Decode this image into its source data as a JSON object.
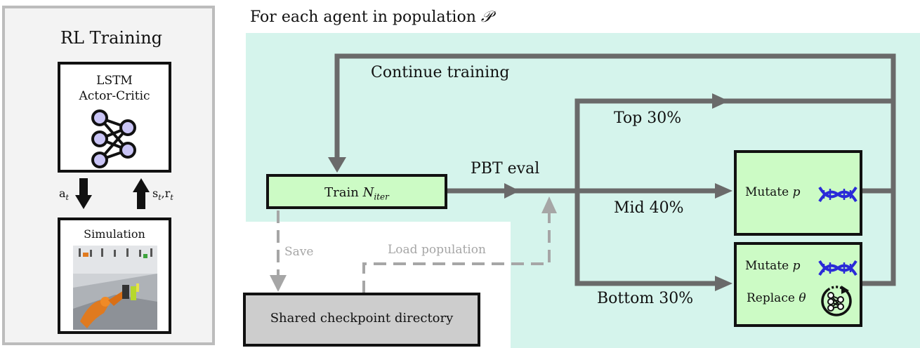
{
  "left_panel": {
    "title": "RL Training",
    "model_label": "LSTM\nActor-Critic",
    "action_label": "a",
    "action_sub": "t",
    "obs_label": "s",
    "obs_sub": "t",
    "obs_rest": ",r",
    "reward_sub": "t",
    "simulation_label": "Simulation"
  },
  "population": {
    "title_prefix": "For each agent in population ",
    "title_symbol": "𝒫",
    "continue_label": "Continue training",
    "train_label": "Train ",
    "train_var": "N",
    "train_sub": "iter",
    "pbt_eval_label": "PBT eval",
    "top_label": "Top 30%",
    "mid_label": "Mid 40%",
    "bottom_label": "Bottom 30%",
    "mutate_label": "Mutate ",
    "mutate_var": "p",
    "replace_label": "Replace ",
    "replace_var": "θ"
  },
  "storage": {
    "save_label": "Save",
    "load_label": "Load population",
    "checkpoint_label": "Shared checkpoint directory"
  },
  "colors": {
    "teal_bg": "#d5f4ec",
    "box_green": "#ccfbc5",
    "arrow_gray": "#6a6a6a",
    "dashed_gray": "#a6a6a6",
    "node_purple": "#c9c4f5",
    "dna_blue": "#2a2ad8"
  },
  "icons": [
    "neural-network-icon",
    "dna-icon",
    "replace-network-icon"
  ]
}
